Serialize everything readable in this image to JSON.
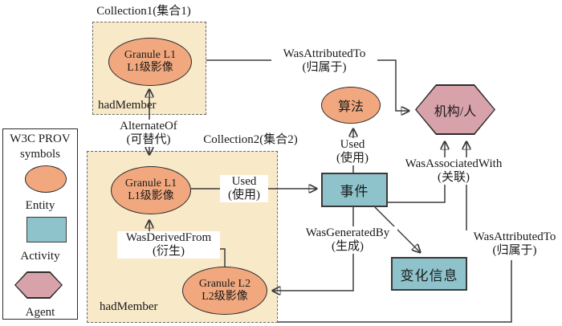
{
  "colors": {
    "entity_fill": "#F2A87E",
    "activity_fill": "#8FC3CC",
    "agent_fill": "#D8A2AA",
    "collection_fill": "#F8E9C8",
    "line": "#3b3b3b"
  },
  "collections": {
    "c1_title": "Collection1(集合1)",
    "c2_title": "Collection2(集合2)",
    "had_member1": "hadMember",
    "had_member2": "hadMember"
  },
  "nodes": {
    "granule_l1_a_line1": "Granule L1",
    "granule_l1_a_line2": "L1级影像",
    "granule_l1_b_line1": "Granule L1",
    "granule_l1_b_line2": "L1级影像",
    "granule_l2_line1": "Granule L2",
    "granule_l2_line2": "L2级影像",
    "algorithm": "算法",
    "agent": "机构/人",
    "event": "事件",
    "change_info": "变化信息"
  },
  "edges": {
    "was_attributed_to_top_en": "WasAttributedTo",
    "was_attributed_to_top_zh": "(归属于)",
    "alternate_of_en": "AlternateOf",
    "alternate_of_zh": "(可替代)",
    "used_top_en": "Used",
    "used_top_zh": "(使用)",
    "used_mid_en": "Used",
    "used_mid_zh": "(使用)",
    "was_associated_with_en": "WasAssociatedWith",
    "was_associated_with_zh": "(关联)",
    "was_derived_from_en": "WasDerivedFrom",
    "was_derived_from_zh": "(衍生)",
    "was_generated_by_en": "WasGeneratedBy",
    "was_generated_by_zh": "(生成)",
    "was_attributed_to_right_en": "WasAttributedTo",
    "was_attributed_to_right_zh": "(归属于)"
  },
  "legend": {
    "title_line1": "W3C PROV",
    "title_line2": "symbols",
    "entity_label": "Entity",
    "activity_label": "Activity",
    "agent_label": "Agent"
  }
}
